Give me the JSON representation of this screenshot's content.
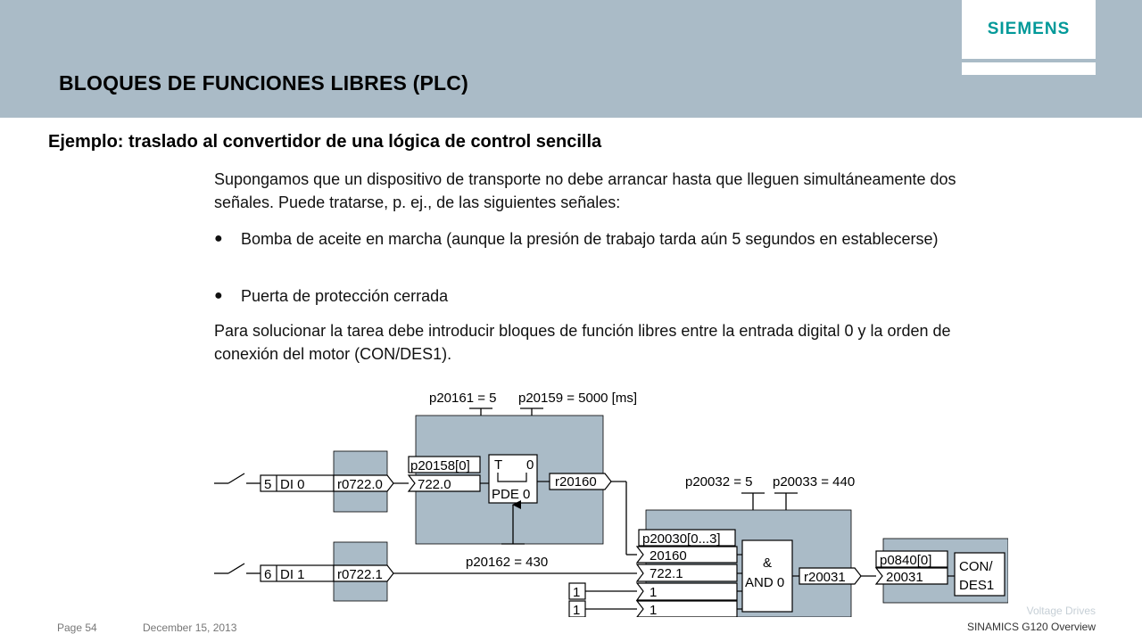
{
  "header": {
    "brand": "SIEMENS",
    "title": "BLOQUES DE FUNCIONES LIBRES (PLC)"
  },
  "content": {
    "subtitle": "Ejemplo: traslado al convertidor de una lógica de control sencilla",
    "intro": "Supongamos que un dispositivo de transporte no debe arrancar hasta que lleguen simultáneamente dos señales. Puede tratarse, p. ej., de las siguientes señales:",
    "bullets": [
      "Bomba de aceite en marcha (aunque la presión de trabajo tarda aún 5 segundos en establecerse)",
      "Puerta de protección cerrada"
    ],
    "conclusion": "Para solucionar la tarea debe introducir bloques de función libres entre la entrada digital 0 y la orden de conexión del motor (CON/DES1)."
  },
  "diagram": {
    "timer_params": [
      "p20161 = 5",
      "p20159 = 5000 [ms]"
    ],
    "timer_input_param": "p20158[0]",
    "timer_input_value": "722.0",
    "timer_block": {
      "top_left": "T",
      "top_right": "0",
      "bottom": "PDE 0"
    },
    "timer_output": "r20160",
    "timer_bottom_param": "p20162 = 430",
    "di0": {
      "num": "5",
      "label": "DI 0",
      "param": "r0722.0"
    },
    "di1": {
      "num": "6",
      "label": "DI 1",
      "param": "r0722.1"
    },
    "and_params": [
      "p20032 = 5",
      "p20033 = 440"
    ],
    "and_input_param": "p20030[0...3]",
    "and_inputs": [
      "20160",
      "722.1",
      "1",
      "1"
    ],
    "const_inputs": [
      "1",
      "1"
    ],
    "and_block": {
      "symbol": "&",
      "label": "AND 0"
    },
    "and_output": "r20031",
    "cmd_param": "p0840[0]",
    "cmd_value": "20031",
    "cmd_block": [
      "CON/",
      "DES1"
    ]
  },
  "footer": {
    "page": "Page 54",
    "date": "December 15, 2013",
    "right_top": "Voltage Drives",
    "right_bottom": "SINAMICS G120 Overview"
  }
}
